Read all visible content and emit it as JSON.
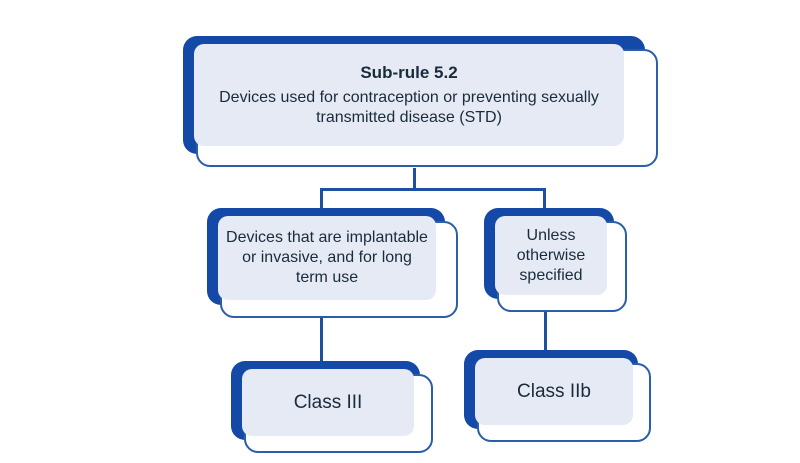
{
  "diagram": {
    "type": "flowchart",
    "title": "Sub-rule 5.2 device classification flowchart",
    "accent_color": "#1449A8",
    "border_color": "#2B5EA8",
    "fill_color": "#E6EAF4",
    "text_color": "#1A2B3C",
    "background_color": "#FFFFFF"
  },
  "nodes": {
    "root": {
      "id": "sub-rule",
      "title": "Sub-rule 5.2",
      "text": "Devices used for contraception or preventing sexually transmitted disease (STD)"
    },
    "branch_left": {
      "id": "implantable",
      "text": "Devices that are implantable or invasive, and for long term use"
    },
    "branch_right": {
      "id": "unless",
      "text": "Unless otherwise specified"
    },
    "result_left": {
      "id": "class-3",
      "text": "Class III"
    },
    "result_right": {
      "id": "class-2b",
      "text": "Class IIb"
    }
  },
  "edges": [
    {
      "from": "sub-rule",
      "to": "implantable"
    },
    {
      "from": "sub-rule",
      "to": "unless"
    },
    {
      "from": "implantable",
      "to": "class-3"
    },
    {
      "from": "unless",
      "to": "class-2b"
    }
  ]
}
